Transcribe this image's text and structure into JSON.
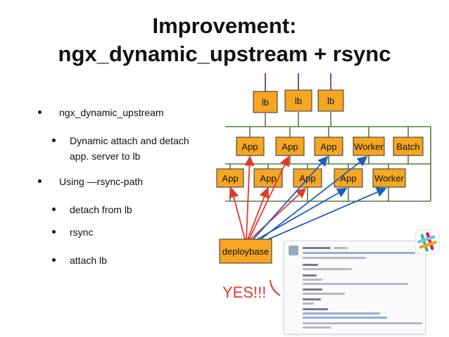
{
  "title": {
    "line1": "Improvement:",
    "line2": "ngx_dynamic_upstream + rsync"
  },
  "bullets": [
    {
      "level": 1,
      "text": "ngx_dynamic_upstream"
    },
    {
      "level": 2,
      "text": "Dynamic attach and detach"
    },
    {
      "level": 2,
      "text": "app. server to lb"
    },
    {
      "level": 1,
      "text": "Using —rsync-path"
    },
    {
      "level": 2,
      "text": "detach from lb"
    },
    {
      "level": 2,
      "text": "rsync"
    },
    {
      "level": 2,
      "text": "attach lb"
    }
  ],
  "diagram": {
    "lb_nodes": [
      "lb",
      "lb",
      "lb"
    ],
    "row1_nodes": [
      "App",
      "App",
      "App",
      "Worker",
      "Batch"
    ],
    "row2_nodes": [
      "App",
      "App",
      "App",
      "App",
      "Worker"
    ],
    "deploy_node": "deploybase",
    "yes_label": "YES!!!",
    "colors": {
      "node_fill": "#f5a623",
      "node_border": "#333333",
      "lb_lines": "#7b4f9d",
      "network_lines": "#5a7a3a",
      "red_arrows": "#e03a2e",
      "blue_arrows": "#1f5fb8"
    }
  },
  "slack_icon": "slack-logo-icon"
}
